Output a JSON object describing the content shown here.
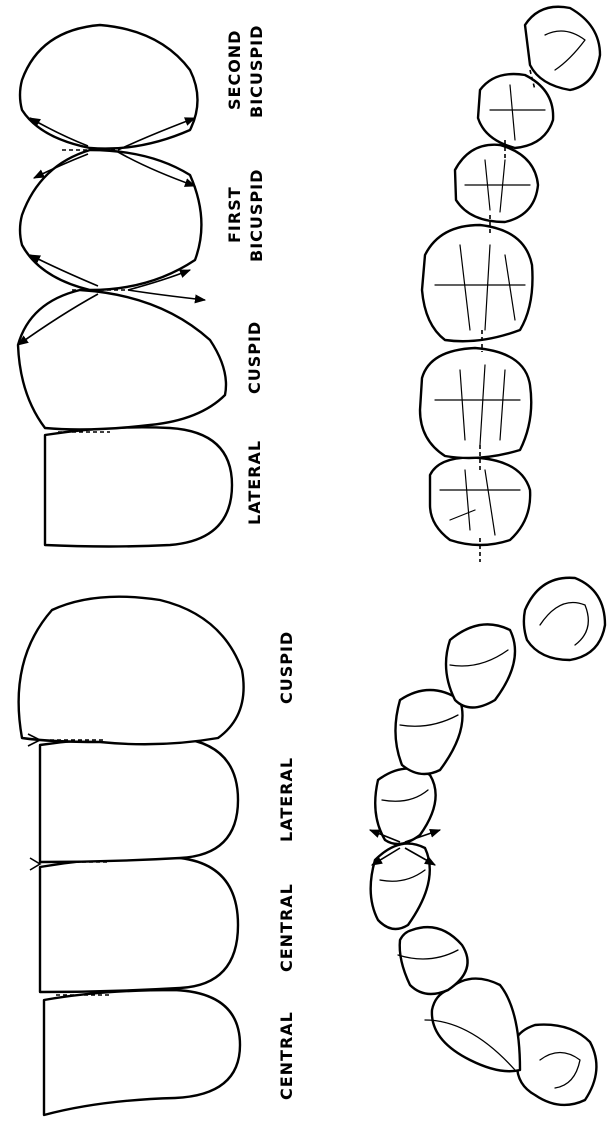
{
  "labels": {
    "central_1": "CENTRAL",
    "central_2": "CENTRAL",
    "lateral_1": "LATERAL",
    "cuspid_1": "CUSPID",
    "lateral_2": "LATERAL",
    "cuspid_2": "CUSPID",
    "first_bicuspid_line1": "FIRST",
    "first_bicuspid_line2": "BICUSPID",
    "second_bicuspid_line1": "SECOND",
    "second_bicuspid_line2": "BICUSPID"
  }
}
